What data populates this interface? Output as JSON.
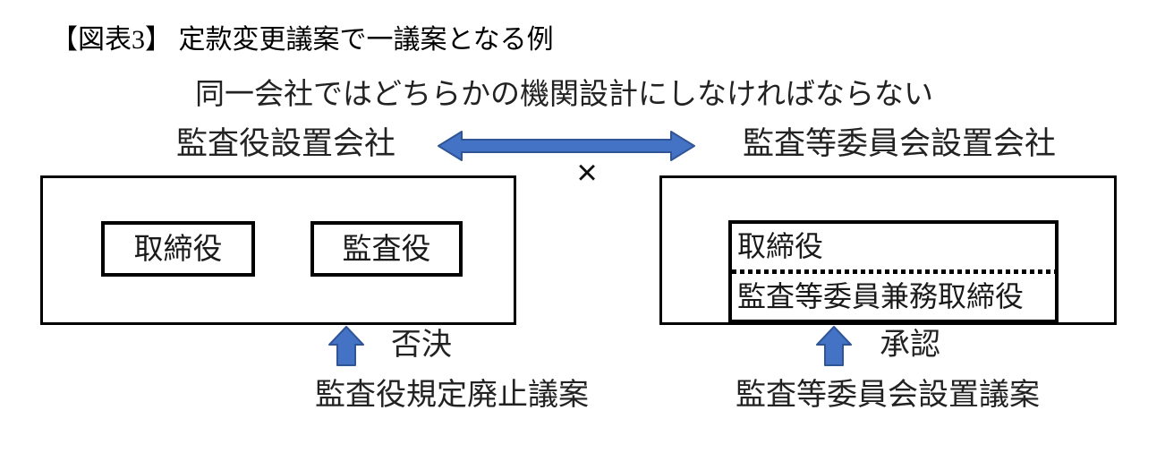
{
  "figure": {
    "title": "【図表3】 定款変更議案で一議案となる例",
    "subtitle": "同一会社ではどちらかの機関設計にしなければならない",
    "not_allowed_mark": "×",
    "left_side": {
      "company_label": "監査役設置会社",
      "box_items": [
        "取締役",
        "監査役"
      ],
      "result_label": "否決",
      "proposal_label": "監査役規定廃止議案"
    },
    "right_side": {
      "company_label": "監査等委員会設置会社",
      "box_top_item": "取締役",
      "box_bottom_item": "監査等委員兼務取締役",
      "result_label": "承認",
      "proposal_label": "監査等委員会設置議案"
    },
    "icons": {
      "two_way_arrow": "double-headed-horizontal-arrow",
      "up_arrow": "block-up-arrow"
    },
    "colors": {
      "arrow_fill": "#4472C4",
      "arrow_stroke": "#2F5597",
      "box_border": "#000000",
      "background": "#FFFFFF"
    }
  }
}
